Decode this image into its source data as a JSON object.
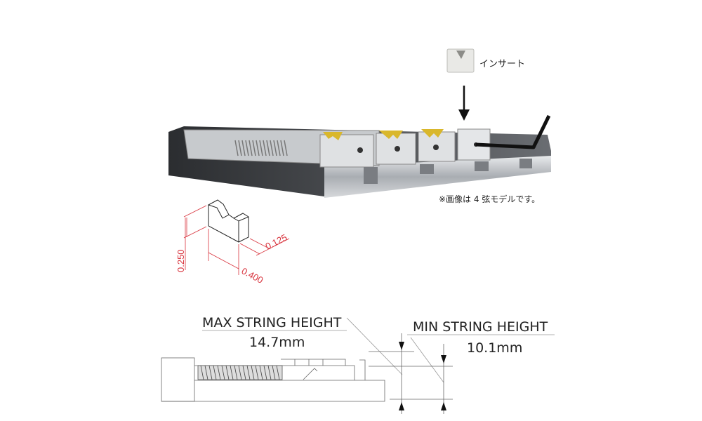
{
  "insert_label": "インサート",
  "note": "※画像は 4 弦モデルです。",
  "insert_dimensions": {
    "height": "0.250",
    "depth": "0.125",
    "width": "0.400"
  },
  "max_height": {
    "label": "MAX STRING HEIGHT",
    "value": "14.7mm"
  },
  "min_height": {
    "label": "MIN STRING HEIGHT",
    "value": "10.1mm"
  },
  "colors": {
    "dimension": "#d8323c",
    "brass": "#d9b72c",
    "steel": "#b8bcc0"
  }
}
